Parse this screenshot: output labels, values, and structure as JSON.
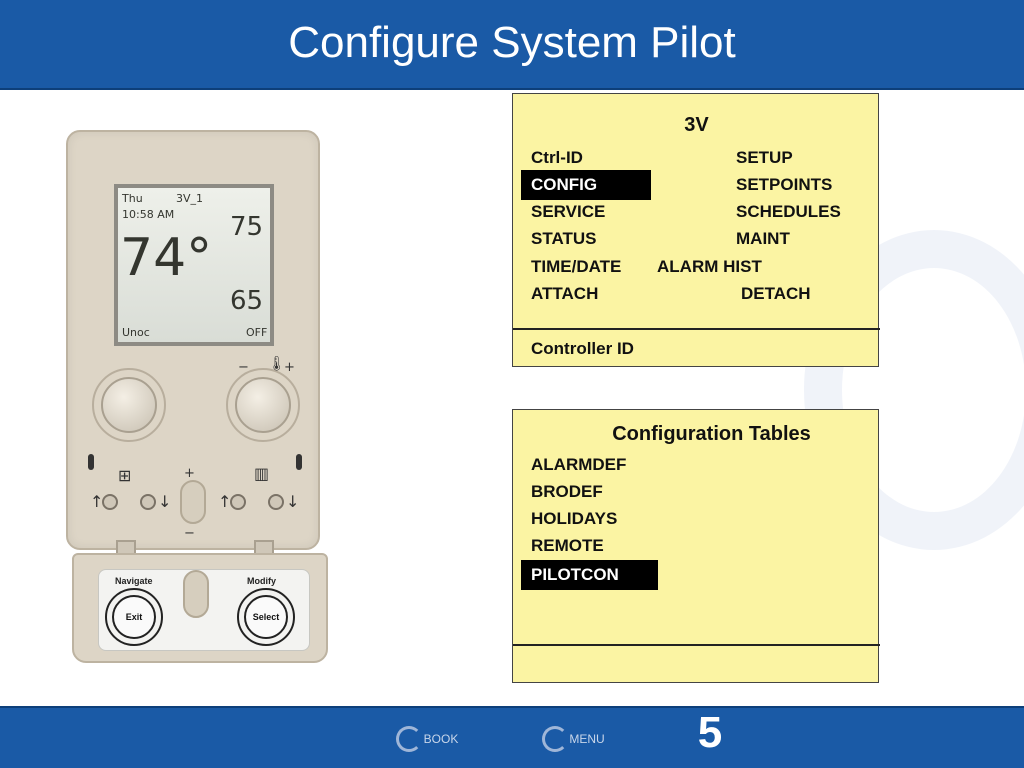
{
  "slide": {
    "title": "Configure System Pilot",
    "page_number": "5",
    "nav": {
      "book_label": "BOOK",
      "menu_label": "MENU"
    }
  },
  "thermostat": {
    "lcd": {
      "day": "Thu",
      "zone": "3V_1",
      "time": "10:58 AM",
      "temperature": "74°",
      "heat_setpoint": "75",
      "cool_setpoint": "65",
      "occupancy": "Unoc",
      "mode": "OFF"
    },
    "plus_label": "+",
    "minus_label": "−",
    "flap": {
      "navigate_label": "Navigate",
      "modify_label": "Modify",
      "exit_label": "Exit",
      "select_label": "Select"
    }
  },
  "main_menu": {
    "title": "3V",
    "left_items": [
      "Ctrl-ID",
      "CONFIG",
      "SERVICE",
      "STATUS",
      "TIME/DATE",
      "ATTACH"
    ],
    "right_items": [
      "SETUP",
      "SETPOINTS",
      "SCHEDULES",
      "MAINT",
      "ALARM HIST",
      "DETACH"
    ],
    "selected": "CONFIG",
    "status": "Controller ID"
  },
  "config_tables": {
    "title": "Configuration Tables",
    "items": [
      "ALARMDEF",
      "BRODEF",
      "HOLIDAYS",
      "REMOTE",
      "PILOTCON"
    ],
    "selected": "PILOTCON"
  },
  "colors": {
    "header": "#1a5aa6",
    "panel_bg": "#fbf4a3",
    "selection": "#000000"
  }
}
